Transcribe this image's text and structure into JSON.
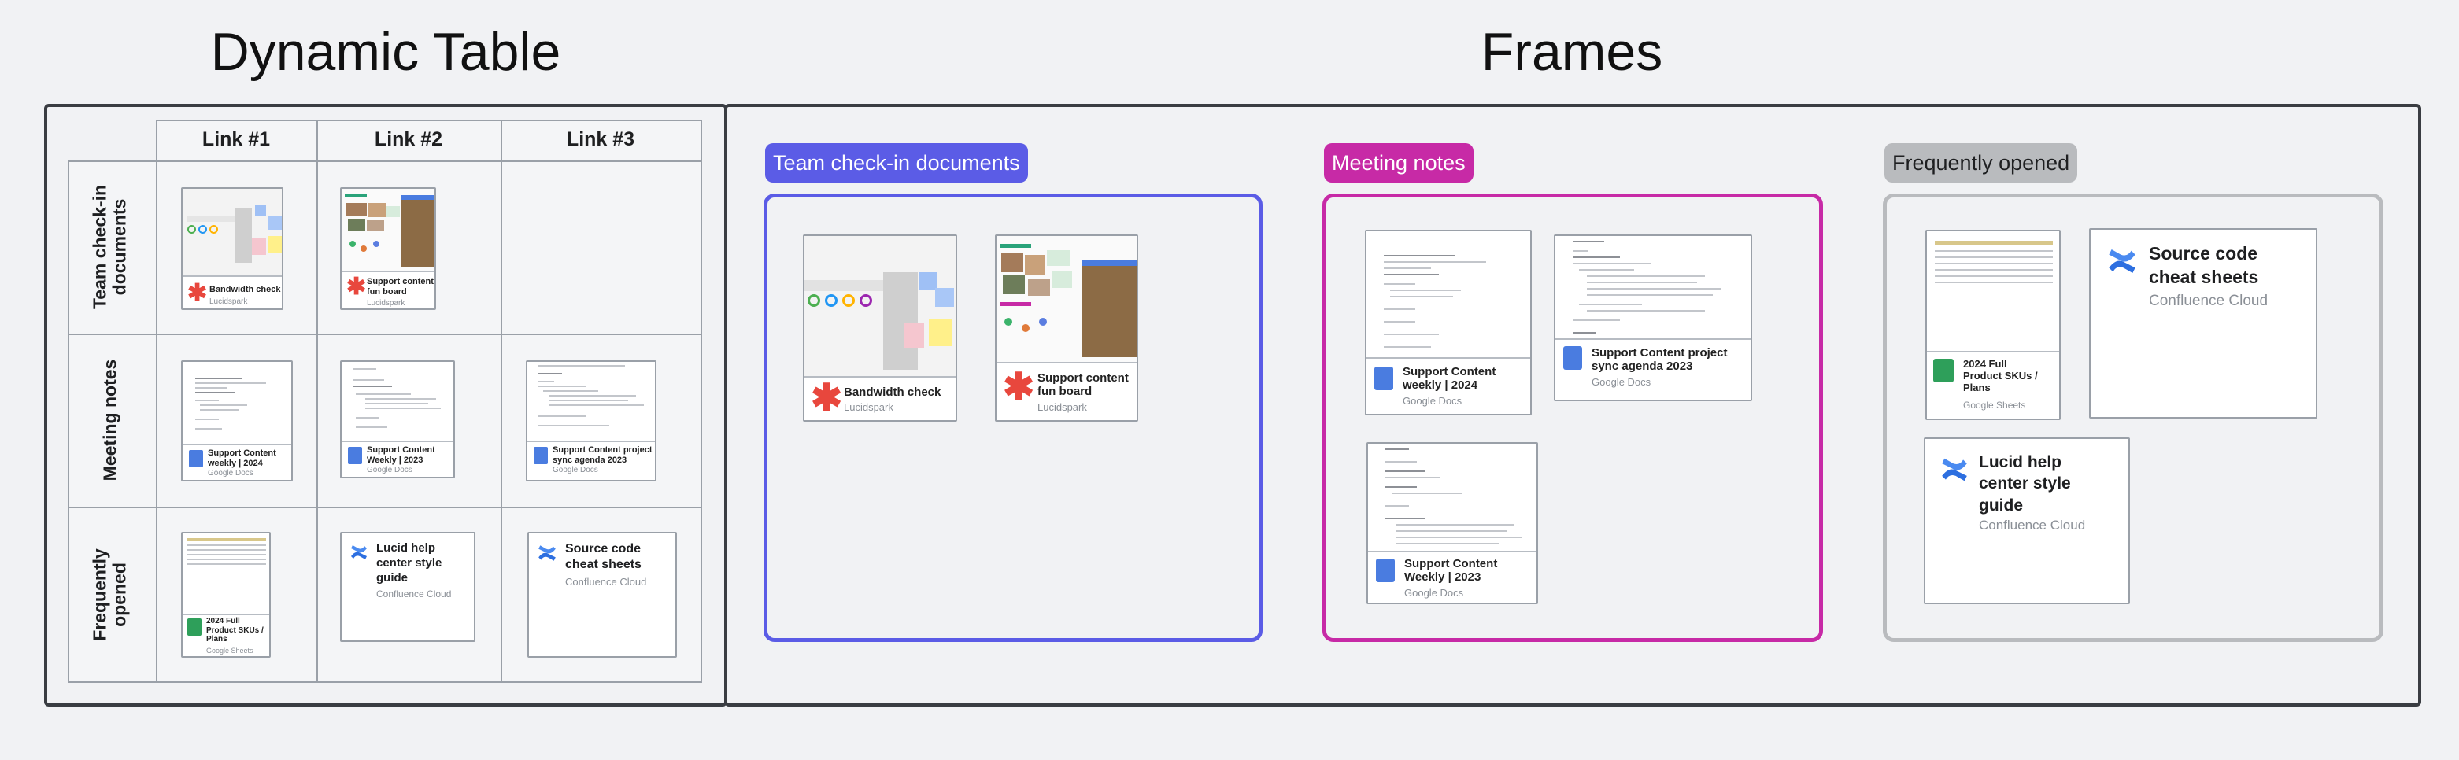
{
  "titles": {
    "dynamic_table": "Dynamic Table",
    "frames": "Frames"
  },
  "table": {
    "columns": [
      "Link #1",
      "Link #2",
      "Link #3"
    ],
    "rows": [
      {
        "label_line1": "Team check-in",
        "label_line2": "documents"
      },
      {
        "label_line1": "Meeting notes",
        "label_line2": ""
      },
      {
        "label_line1": "Frequently",
        "label_line2": "opened"
      }
    ]
  },
  "docs": {
    "bandwidth": {
      "title": "Bandwidth check",
      "source": "Lucidspark"
    },
    "funboard": {
      "title_line1": "Support content",
      "title_line2": "fun board",
      "source": "Lucidspark"
    },
    "funboard_frame": {
      "title_line1": "Support content",
      "title_line2": "fun board",
      "source": "Lucidspark"
    },
    "weekly2024": {
      "title_line1": "Support Content",
      "title_line2": "weekly | 2024",
      "source": "Google Docs"
    },
    "weekly2023": {
      "title_line1": "Support Content",
      "title_line2": "Weekly | 2023",
      "source": "Google Docs"
    },
    "sync2023": {
      "title_line1": "Support Content project",
      "title_line2": "sync agenda 2023",
      "source": "Google Docs"
    },
    "skus": {
      "title_line1": "2024 Full",
      "title_line2": "Product SKUs /",
      "title_line3": "Plans",
      "source": "Google Sheets"
    },
    "lucidhelp": {
      "title_line1": "Lucid help",
      "title_line2": "center style",
      "title_line3": "guide",
      "source": "Confluence Cloud"
    },
    "sourcecode": {
      "title_line1": "Source code",
      "title_line2": "cheat sheets",
      "source": "Confluence Cloud"
    }
  },
  "frames": [
    {
      "label": "Team check-in documents",
      "color": "#5b5ce6"
    },
    {
      "label": "Meeting notes",
      "color": "#c72aa6"
    },
    {
      "label": "Frequently opened",
      "color": "#b9bbbe",
      "label_color": "#1e1f21"
    }
  ],
  "icons": {
    "lucidspark": "asterisk-icon",
    "google_docs": "doc-icon",
    "google_sheets": "sheet-icon",
    "confluence": "confluence-icon"
  },
  "colors": {
    "lucidspark_red": "#e8473d",
    "docs_blue": "#4a7ce0",
    "sheets_green": "#2e9f5a",
    "confluence_blue": "#2d6fe0"
  }
}
